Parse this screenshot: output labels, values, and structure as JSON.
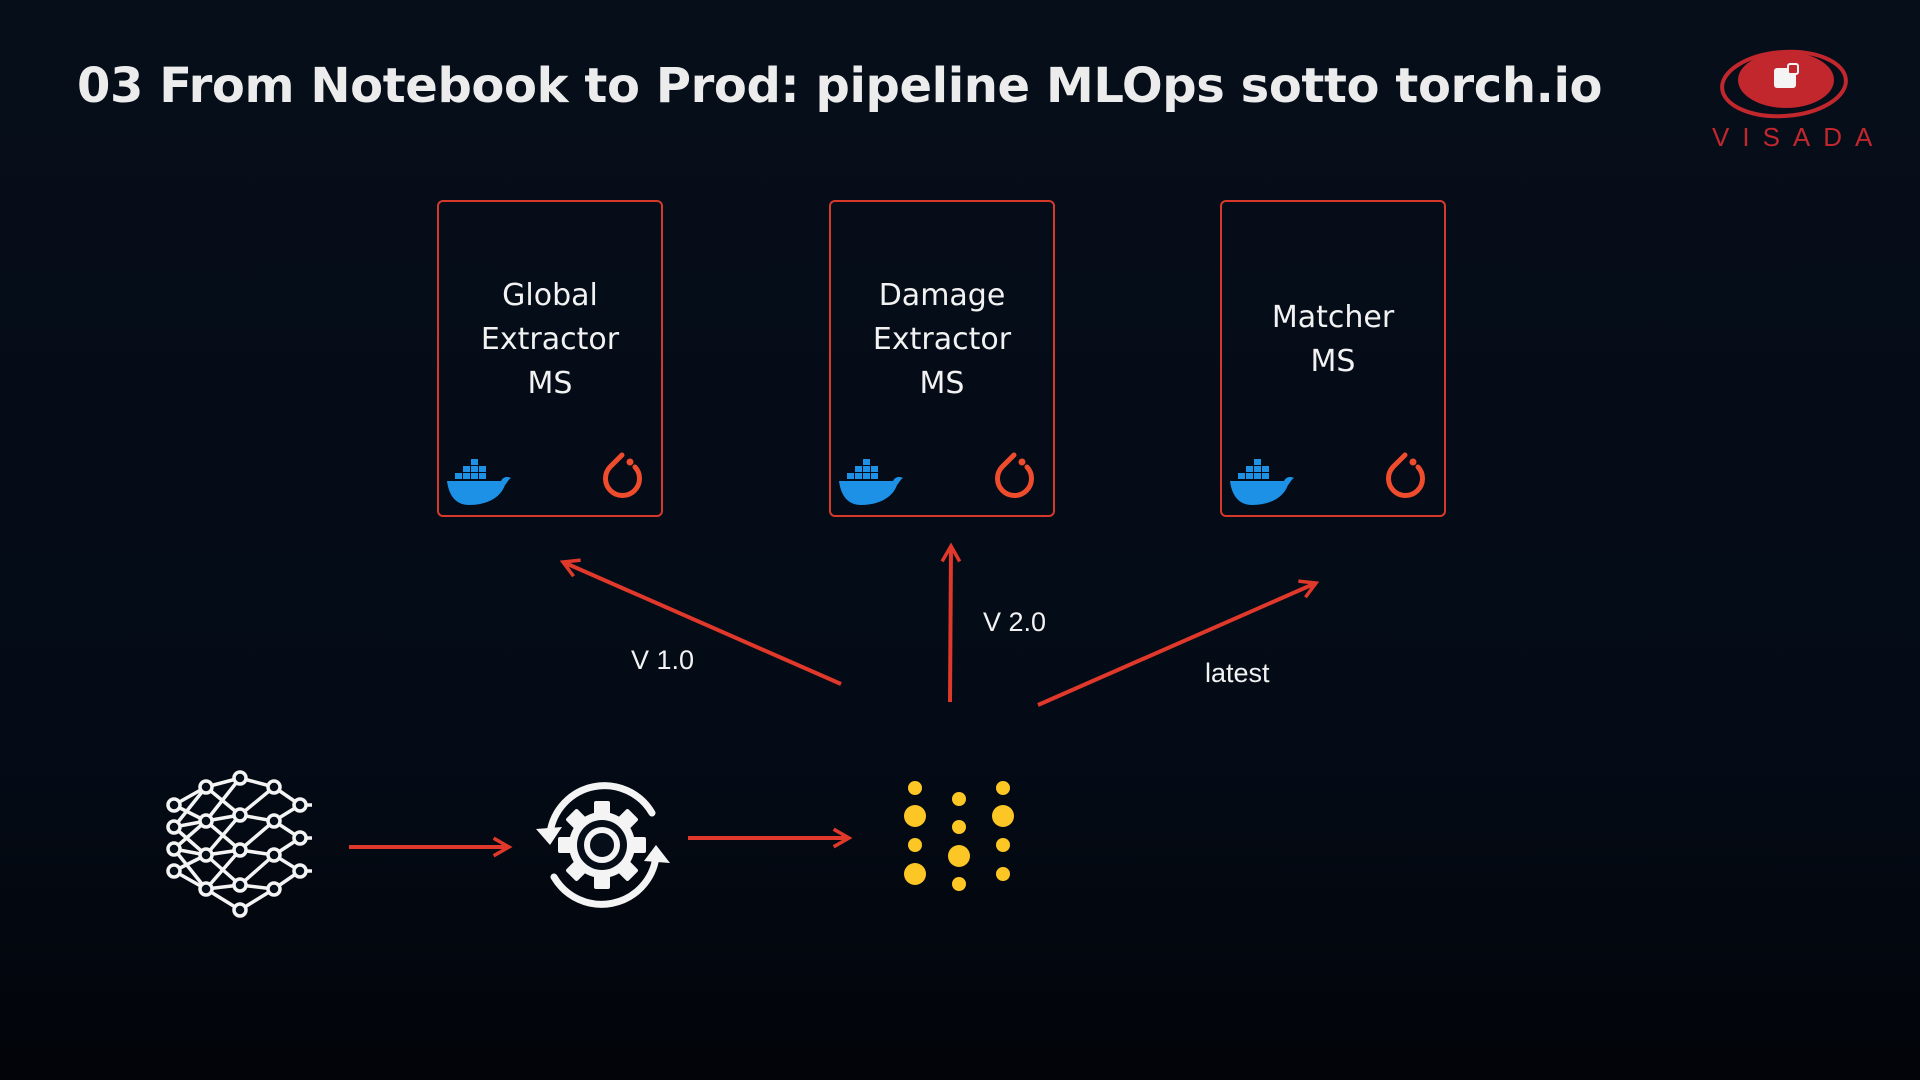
{
  "slide": {
    "title": "03 From Notebook to Prod: pipeline MLOps sotto torch.io"
  },
  "logo": {
    "text": "VISADA",
    "icon": "visada-logo-icon",
    "color": "#c1272d"
  },
  "services": [
    {
      "label": "Global\nExtractor\nMS",
      "container_icon": "docker-icon",
      "framework_icon": "pytorch-icon"
    },
    {
      "label": "Damage\nExtractor\nMS",
      "container_icon": "docker-icon",
      "framework_icon": "pytorch-icon"
    },
    {
      "label": "Matcher\nMS",
      "container_icon": "docker-icon",
      "framework_icon": "pytorch-icon"
    }
  ],
  "edges": [
    {
      "label": "V 1.0",
      "to": "Global Extractor MS"
    },
    {
      "label": "V 2.0",
      "to": "Damage Extractor MS"
    },
    {
      "label": "latest",
      "to": "Matcher MS"
    }
  ],
  "pipeline": [
    {
      "icon": "neural-network-icon"
    },
    {
      "icon": "gear-cycle-icon"
    },
    {
      "icon": "model-registry-icon"
    }
  ],
  "colors": {
    "accent": "#e0382a",
    "card_border": "#d6392a",
    "docker": "#1d91e6",
    "pytorch": "#ee4c2c",
    "registry": "#fcc624",
    "text": "#f2f2f2"
  }
}
